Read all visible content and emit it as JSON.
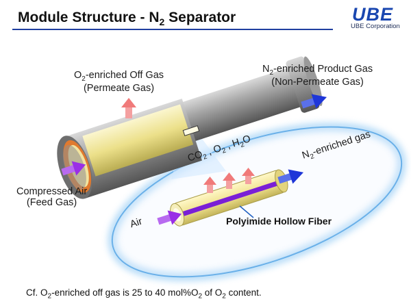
{
  "header": {
    "title_prefix": "Module Structure - N",
    "title_sub": "2",
    "title_suffix": " Separator",
    "logo": "UBE",
    "logo_sub": "UBE Corporation"
  },
  "labels": {
    "off_gas_line1_a": "O",
    "off_gas_line1_sub": "2",
    "off_gas_line1_b": "-enriched Off Gas",
    "off_gas_line2": "(Permeate Gas)",
    "product_line1_a": "N",
    "product_line1_sub": "2",
    "product_line1_b": "-enriched Product Gas",
    "product_line2": "(Non-Permeate Gas)",
    "feed_line1": "Compressed Air",
    "feed_line2": "(Feed Gas)",
    "air": "Air",
    "n2_gas_a": "N",
    "n2_gas_sub": "2",
    "n2_gas_b": "-enriched gas",
    "permeants": {
      "co_a": "CO",
      "co_sub": "2",
      "sep1": " , ",
      "o_a": "O",
      "o_sub": "2",
      "sep2": " , ",
      "h_a": "H",
      "h_sub": "2",
      "h_b": "O"
    },
    "fiber": "Polyimide Hollow Fiber"
  },
  "note": {
    "p1": "Cf. O",
    "s1": "2",
    "p2": "-enriched off gas is 25 to 40 mol%O",
    "s2": "2",
    "p3": " of O",
    "s3": "2",
    "p4": " content."
  },
  "colors": {
    "brand_blue": "#1a47b0",
    "title_rule": "#1f3fa0",
    "fiber_fill": "#f2e9a6",
    "fiber_inner": "#7a1fd6",
    "housing": "#8c8c8c",
    "cap_orange": "#e07a2f",
    "arrow_pink": "#f07a7a",
    "arrow_blue": "#1e36d8",
    "arrow_purple": "#9a2fe6",
    "glow": "#9fd0f5"
  }
}
